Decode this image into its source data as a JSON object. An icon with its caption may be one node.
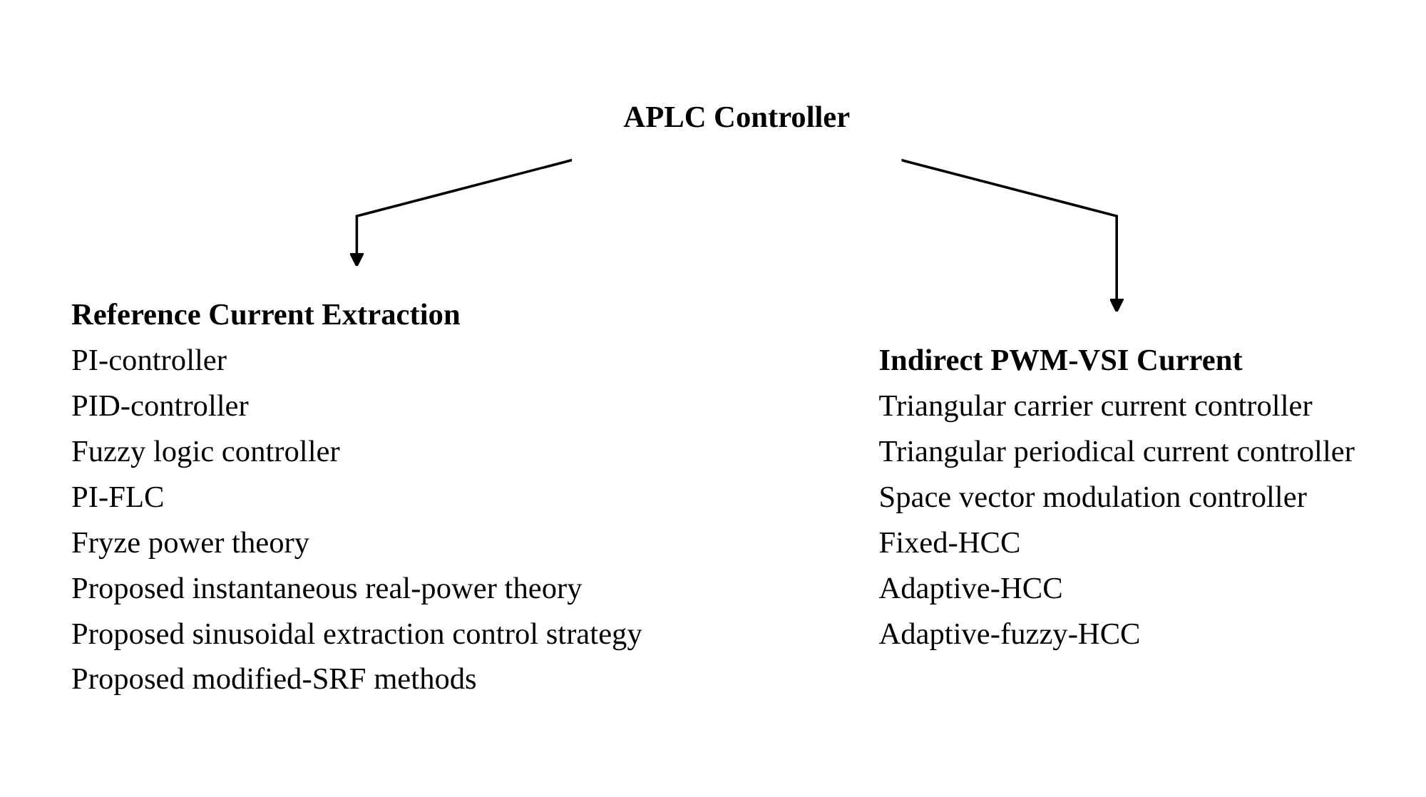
{
  "diagram": {
    "nodes": [
      {
        "text": [
          "APLC Controller"
        ]
      },
      {
        "text": [
          "Reference Current Extraction",
          "PI-controller",
          "PID-controller",
          "Fuzzy logic controller",
          "PI-FLC",
          "Fryze power theory",
          "Proposed instantaneous real-power theory",
          "Proposed sinusoidal extraction control strategy",
          "Proposed modified-SRF methods"
        ]
      },
      {
        "text": [
          "Indirect PWM-VSI Current",
          "Triangular carrier current controller",
          "Triangular periodical current controller",
          "Space vector modulation controller",
          "Fixed-HCC",
          "Adaptive-HCC",
          "Adaptive-fuzzy-HCC"
        ]
      }
    ],
    "edges": [
      {
        "from": 0,
        "to": 1,
        "arrow": "to"
      },
      {
        "from": 0,
        "to": 2,
        "arrow": "to"
      }
    ]
  }
}
